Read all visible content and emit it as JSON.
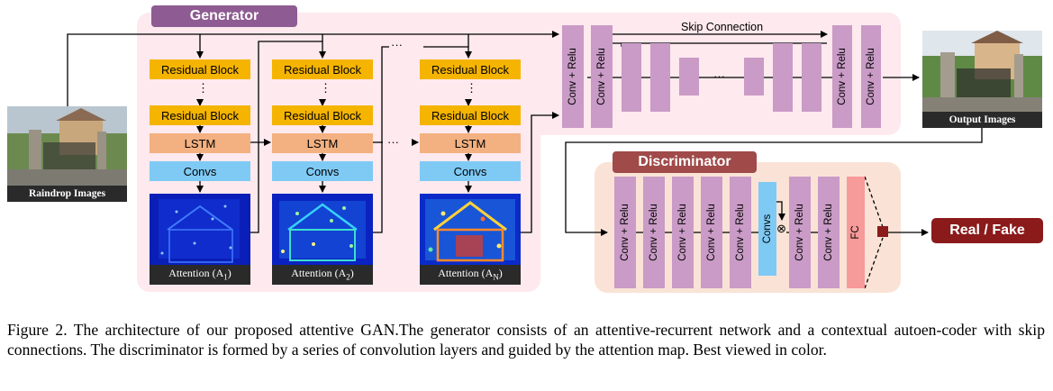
{
  "generator": {
    "title": "Generator",
    "block_labels": {
      "residual": "Residual Block",
      "lstm": "LSTM",
      "convs": "Convs",
      "ellipsis": "⋮"
    },
    "attention_labels": [
      "Attention (A",
      "1",
      ")",
      "Attention (A",
      "2",
      ")",
      "Attention (A",
      "N",
      ")"
    ]
  },
  "autoencoder": {
    "skip_label": "Skip Connection",
    "layer_label": "Conv + Relu",
    "ellipsis": "···"
  },
  "inputs": {
    "raindrop_label": "Raindrop Images",
    "output_label": "Output Images"
  },
  "discriminator": {
    "title": "Discriminator",
    "layer_label": "Conv + Relu",
    "convs_label": "Convs",
    "fc_label": "FC",
    "multiply_symbol": "⊗",
    "result_label": "Real / Fake"
  },
  "colors": {
    "generator_tag": "#8e5b92",
    "generator_bg": "#fde9ee",
    "discriminator_tag": "#a04a4a",
    "discriminator_bg": "#fae3d6",
    "result_bg": "#8b1a1a",
    "residual": "#f5b400",
    "lstm": "#f3b080",
    "convs": "#7fcaf5",
    "conv_relu": "#c99bc6",
    "fc": "#f79a9a"
  },
  "caption": "Figure 2. The architecture of our proposed attentive GAN.The generator consists of an attentive-recurrent network and a contextual autoen-coder with skip connections. The discriminator is formed by a series of convolution layers and guided by the attention map. Best viewed in color."
}
